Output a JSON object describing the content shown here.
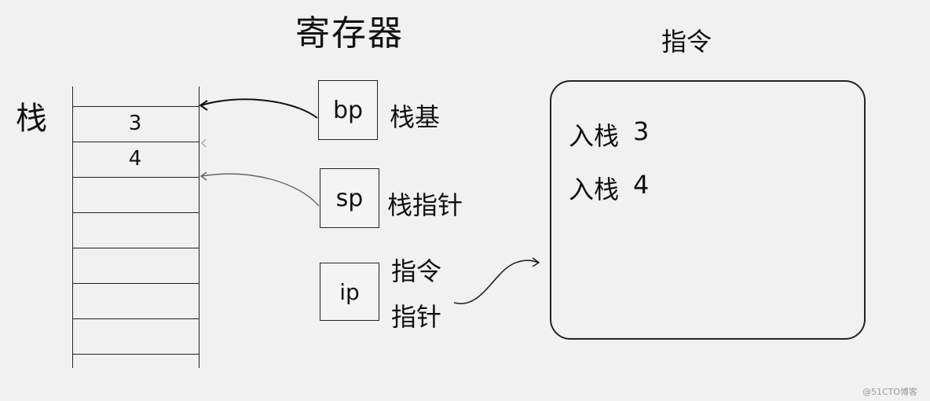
{
  "titles": {
    "registers": "寄存器",
    "instructions": "指令"
  },
  "stack": {
    "label": "栈",
    "cells": [
      "3",
      "4",
      "",
      "",
      "",
      "",
      ""
    ]
  },
  "registers": [
    {
      "name": "bp",
      "desc": [
        "栈基"
      ]
    },
    {
      "name": "sp",
      "desc": [
        "栈指针"
      ]
    },
    {
      "name": "ip",
      "desc": [
        "指令",
        "指针"
      ]
    }
  ],
  "instructions": [
    {
      "op": "入栈",
      "arg": "3"
    },
    {
      "op": "入栈",
      "arg": "4"
    }
  ],
  "watermark": "@51CTO博客"
}
